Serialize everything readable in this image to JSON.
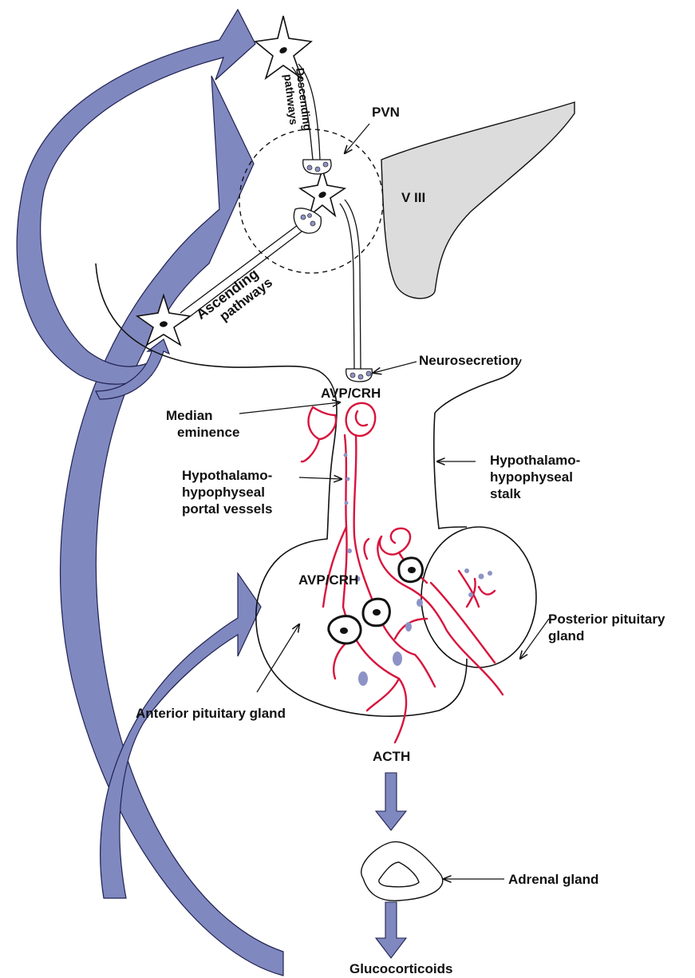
{
  "labels": {
    "pvn": "PVN",
    "v3": "V III",
    "descending_line1": "Descending",
    "descending_line2": "pathways",
    "ascending_line1": "Ascending",
    "ascending_line2": "pathways",
    "neurosecretion": "Neurosecretion",
    "avp_crh_top": "AVP/CRH",
    "median_line1": "Median",
    "median_line2": "eminence",
    "portal_line1": "Hypothalamo-",
    "portal_line2": "hypophyseal",
    "portal_line3": "portal vessels",
    "stalk_line1": "Hypothalamo-",
    "stalk_line2": "hypophyseal",
    "stalk_line3": "stalk",
    "avp_crh_lower": "AVP/CRH",
    "posterior_line1": "Posterior pituitary",
    "posterior_line2": "gland",
    "anterior": "Anterior pituitary gland",
    "acth": "ACTH",
    "adrenal": "Adrenal gland",
    "glucocorticoids": "Glucocorticoids"
  },
  "colors": {
    "feedback_arrow": "#8088c0",
    "vessel": "#d8143c",
    "granule": "#8d93c6",
    "ventricle": "#dcdcdc",
    "outline": "#111111"
  }
}
